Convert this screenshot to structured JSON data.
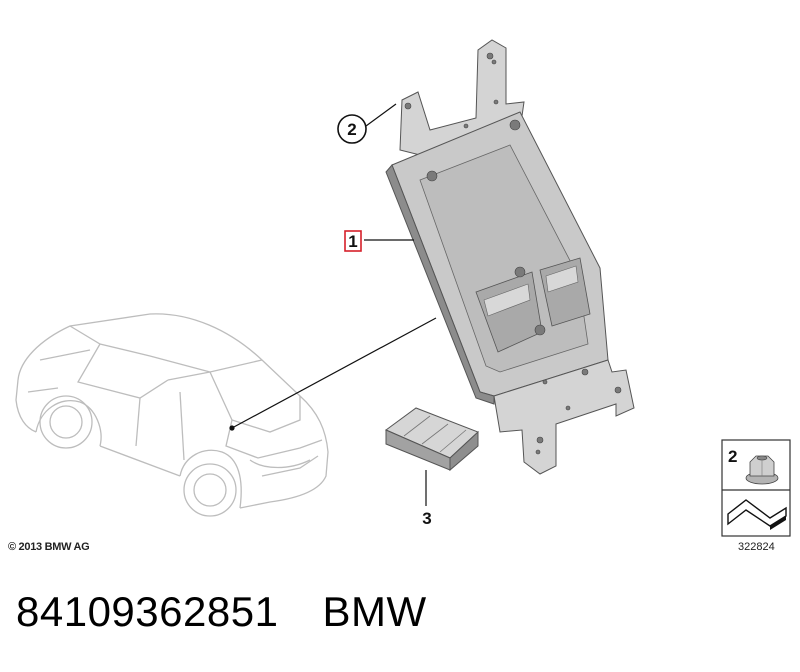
{
  "callouts": {
    "part_1": "1",
    "part_2": "2",
    "part_3": "3"
  },
  "legend": {
    "item_number": "2",
    "drawing_number": "322824"
  },
  "copyright": "© 2013 BMW AG",
  "footer": {
    "part_number": "84109362851",
    "brand": "BMW"
  },
  "colors": {
    "bracket_fill": "#c9c9c9",
    "bracket_dark": "#8c8c8c",
    "car_outline": "#bdbdbd",
    "highlight_box": "#d6202a"
  }
}
